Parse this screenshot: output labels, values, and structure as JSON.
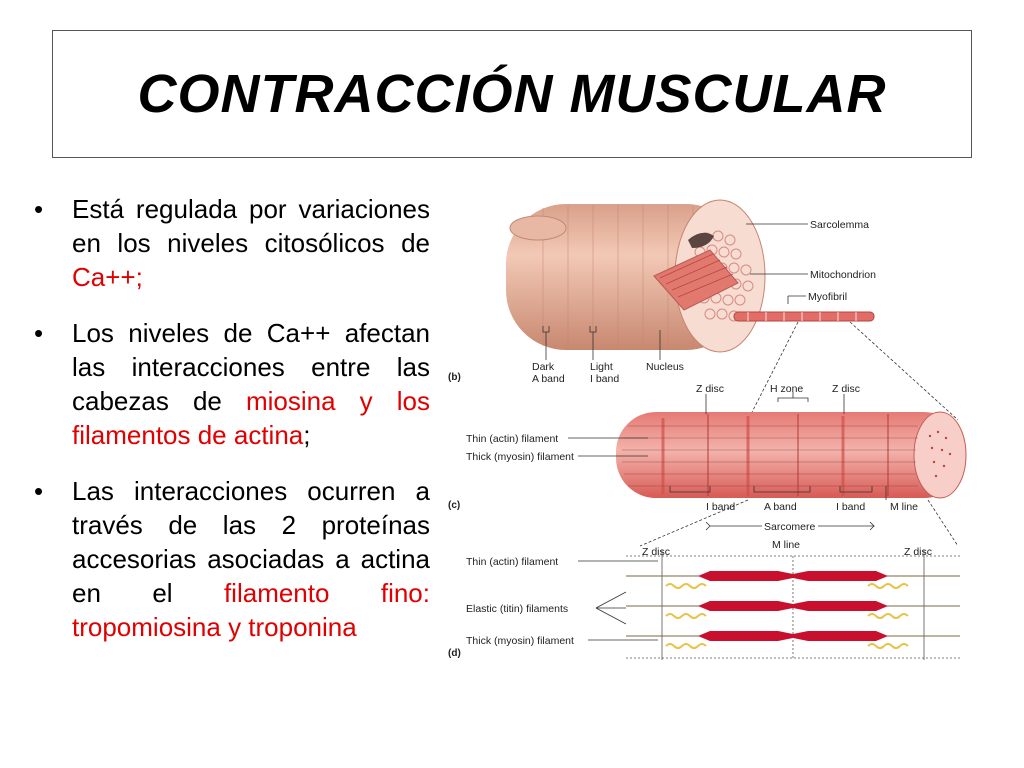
{
  "title": "CONTRACCIÓN MUSCULAR",
  "bullets": [
    {
      "marker": "•",
      "parts": [
        {
          "text": "Está regulada por variaciones en los niveles citosólicos de ",
          "red": false
        },
        {
          "text": "Ca++;",
          "red": true
        }
      ]
    },
    {
      "marker": "•",
      "parts": [
        {
          "text": "Los niveles de Ca++ afectan las interacciones entre las cabezas de ",
          "red": false
        },
        {
          "text": "miosina y los filamentos de actina",
          "red": true
        },
        {
          "text": ";",
          "red": false
        }
      ]
    },
    {
      "marker": "•",
      "parts": [
        {
          "text": "Las interacciones ocurren a través de las 2 proteínas accesorias asociadas a actina en el ",
          "red": false
        },
        {
          "text": "filamento fino: tropomiosina y troponina",
          "red": true
        }
      ]
    }
  ],
  "figure": {
    "panel_b": {
      "panel_label": "(b)",
      "labels": {
        "sarcolemma": "Sarcolemma",
        "mitochondrion": "Mitochondrion",
        "myofibril": "Myofibril",
        "dark_band": "Dark",
        "a_band": "A band",
        "light_band": "Light",
        "i_band": "I band",
        "nucleus": "Nucleus"
      }
    },
    "panel_c": {
      "panel_label": "(c)",
      "labels": {
        "z_disc_left": "Z disc",
        "h_zone": "H zone",
        "z_disc_right": "Z disc",
        "thin_filament": "Thin (actin) filament",
        "thick_filament": "Thick (myosin) filament",
        "i_band_left": "I band",
        "a_band": "A band",
        "i_band_right": "I band",
        "m_line": "M line",
        "sarcomere": "Sarcomere"
      }
    },
    "panel_d": {
      "panel_label": "(d)",
      "labels": {
        "z_disc_left": "Z disc",
        "m_line": "M line",
        "z_disc_right": "Z disc",
        "thin_filament": "Thin (actin) filament",
        "elastic_filaments": "Elastic (titin) filaments",
        "thick_filament": "Thick (myosin) filament"
      }
    }
  }
}
